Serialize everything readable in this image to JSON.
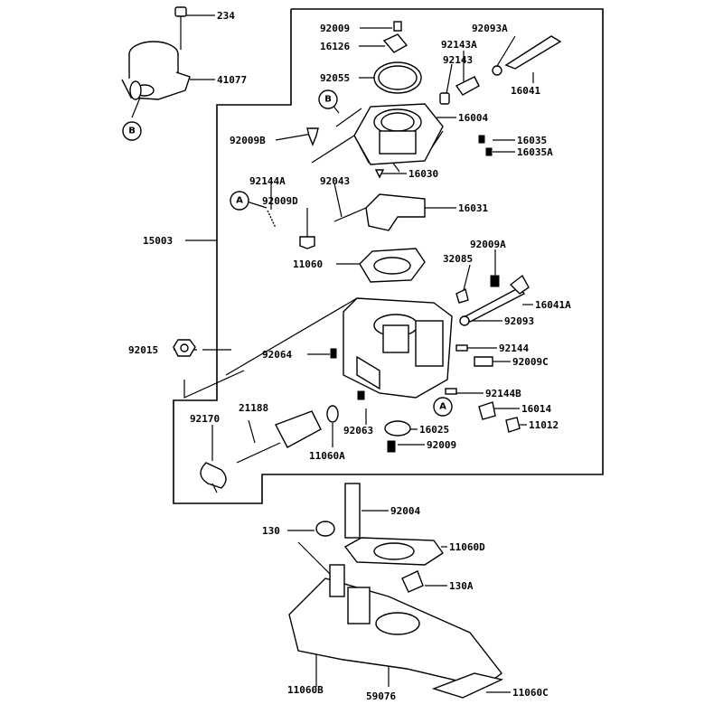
{
  "callouts": {
    "A": "A",
    "B": "B"
  },
  "parts": [
    "234",
    "41077",
    "92009",
    "16126",
    "92093A",
    "92143A",
    "92143",
    "92055",
    "16041",
    "16004",
    "92009B",
    "16035",
    "16035A",
    "16030",
    "92144A",
    "92043",
    "92009D",
    "16031",
    "15003",
    "11060",
    "92009A",
    "32085",
    "16041A",
    "92093",
    "92015",
    "92064",
    "92144",
    "92009C",
    "92144B",
    "21188",
    "92170",
    "16014",
    "11012",
    "92063",
    "16025",
    "11060A",
    "92009",
    "92004",
    "130",
    "11060D",
    "130A",
    "11060B",
    "59076",
    "11060C"
  ]
}
